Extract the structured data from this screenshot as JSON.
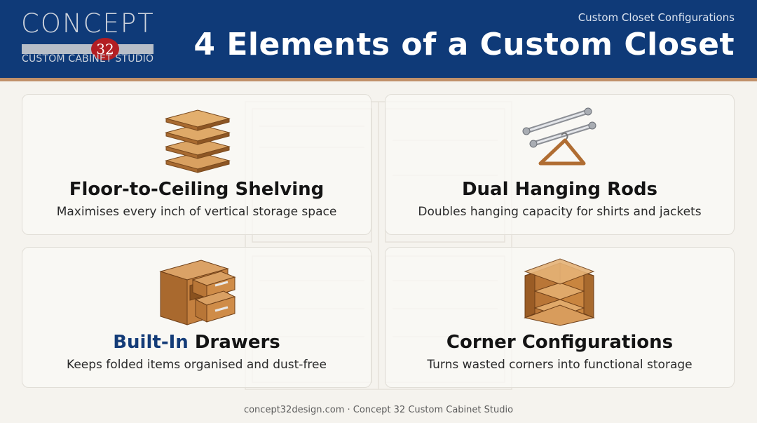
{
  "brand": {
    "logo_word": "CONCEPT",
    "logo_number": "32",
    "logo_subtitle": "CUSTOM CABINET STUDIO",
    "colors": {
      "header": "#0f3a78",
      "accent_rule": "#c0906a",
      "badge": "#b21e23"
    }
  },
  "header": {
    "eyebrow": "Custom Closet Configurations",
    "title": "4 Elements of a Custom Closet"
  },
  "cards": [
    {
      "icon": "stacked-shelves-icon",
      "title": "Floor-to-Ceiling Shelving",
      "description": "Maximises every inch of vertical storage space"
    },
    {
      "icon": "hanging-rods-icon",
      "title": "Dual Hanging Rods",
      "description": "Doubles hanging capacity for shirts and jackets"
    },
    {
      "icon": "drawer-unit-icon",
      "title_accent": "Built-In",
      "title_rest": " Drawers",
      "description": "Keeps folded items organised and dust-free"
    },
    {
      "icon": "corner-unit-icon",
      "title": "Corner Configurations",
      "description": "Turns wasted corners into functional storage"
    }
  ],
  "footer": {
    "text": "concept32design.com · Concept 32 Custom Cabinet Studio"
  }
}
